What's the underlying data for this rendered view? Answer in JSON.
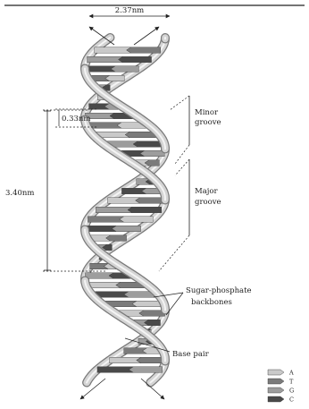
{
  "labels": {
    "width": "2.37nm",
    "rise": "0.33nm",
    "pitch": "3.40nm",
    "minor_line1": "Minor",
    "minor_line2": "groove",
    "major_line1": "Major",
    "major_line2": "groove",
    "sugar_line1": "Sugar-phosphate",
    "sugar_line2": "backbones",
    "base_pair": "Base pair"
  },
  "legend": [
    {
      "letter": "A",
      "color": "#c9c9c9",
      "icon": "base-a-icon"
    },
    {
      "letter": "T",
      "color": "#7b7b7b",
      "icon": "base-t-icon"
    },
    {
      "letter": "G",
      "color": "#9d9d9d",
      "icon": "base-g-icon"
    },
    {
      "letter": "C",
      "color": "#4a4a4a",
      "icon": "base-c-icon"
    }
  ],
  "colors": {
    "strand_fill": "#d4d4d4",
    "strand_edge": "#7a7a7a",
    "line": "#222222",
    "A": "#c9c9c9",
    "T": "#7b7b7b",
    "G": "#9d9d9d",
    "C": "#4a4a4a"
  }
}
